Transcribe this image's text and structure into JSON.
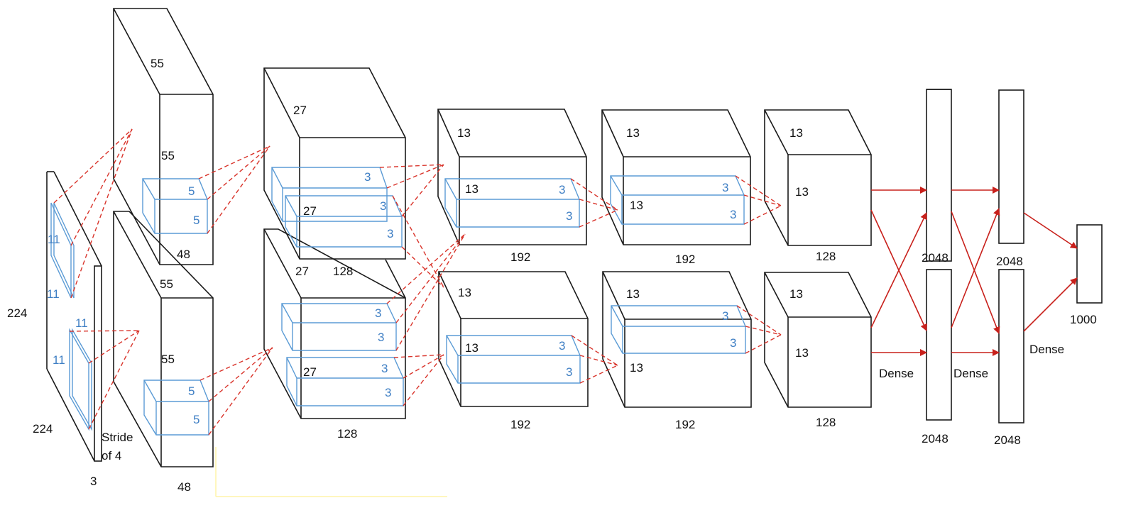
{
  "colors": {
    "edge": "#1a1a1a",
    "kernel": "#5b9bd5",
    "connection": "#d9342b",
    "arrow": "#c8201b"
  },
  "input": {
    "height": "224",
    "width": "224",
    "depth": "3",
    "kernel_h": "11",
    "kernel_w": "11",
    "kernel2_h": "11",
    "kernel2_w": "11",
    "stride_1": "Stride",
    "stride_2": "of 4"
  },
  "conv1": {
    "top": {
      "size_a": "55",
      "size_b": "55",
      "depth": "48",
      "kernel_a": "5",
      "kernel_b": "5"
    },
    "bottom": {
      "size_a": "55",
      "size_b": "55",
      "depth": "48",
      "kernel_a": "5",
      "kernel_b": "5"
    }
  },
  "conv2": {
    "top": {
      "size_a": "27",
      "size_b": "27",
      "size_c": "27",
      "depth": "128",
      "k1": "3",
      "k2": "3",
      "k3": "3"
    },
    "bottom": {
      "size_b": "27",
      "depth": "128",
      "k1": "3",
      "k2": "3",
      "k3": "3",
      "k4": "3"
    }
  },
  "conv3": {
    "top": {
      "size_a": "13",
      "size_b": "13",
      "depth": "192",
      "k1": "3",
      "k2": "3"
    },
    "bottom": {
      "size_a": "13",
      "size_b": "13",
      "depth": "192",
      "k1": "3",
      "k2": "3"
    }
  },
  "conv4": {
    "top": {
      "size_a": "13",
      "size_b": "13",
      "depth": "192",
      "k1": "3",
      "k2": "3"
    },
    "bottom": {
      "size_a": "13",
      "size_b": "13",
      "depth": "192",
      "k1": "3",
      "k2": "3"
    }
  },
  "conv5": {
    "top": {
      "size_a": "13",
      "size_b": "13",
      "depth": "128"
    },
    "bottom": {
      "size_a": "13",
      "size_b": "13",
      "depth": "128"
    }
  },
  "dense": {
    "fc6_top": "2048",
    "fc6_bottom": "2048",
    "fc7_top": "2048",
    "fc7_bottom": "2048",
    "output": "1000",
    "label_1": "Dense",
    "label_2": "Dense",
    "label_3": "Dense"
  }
}
